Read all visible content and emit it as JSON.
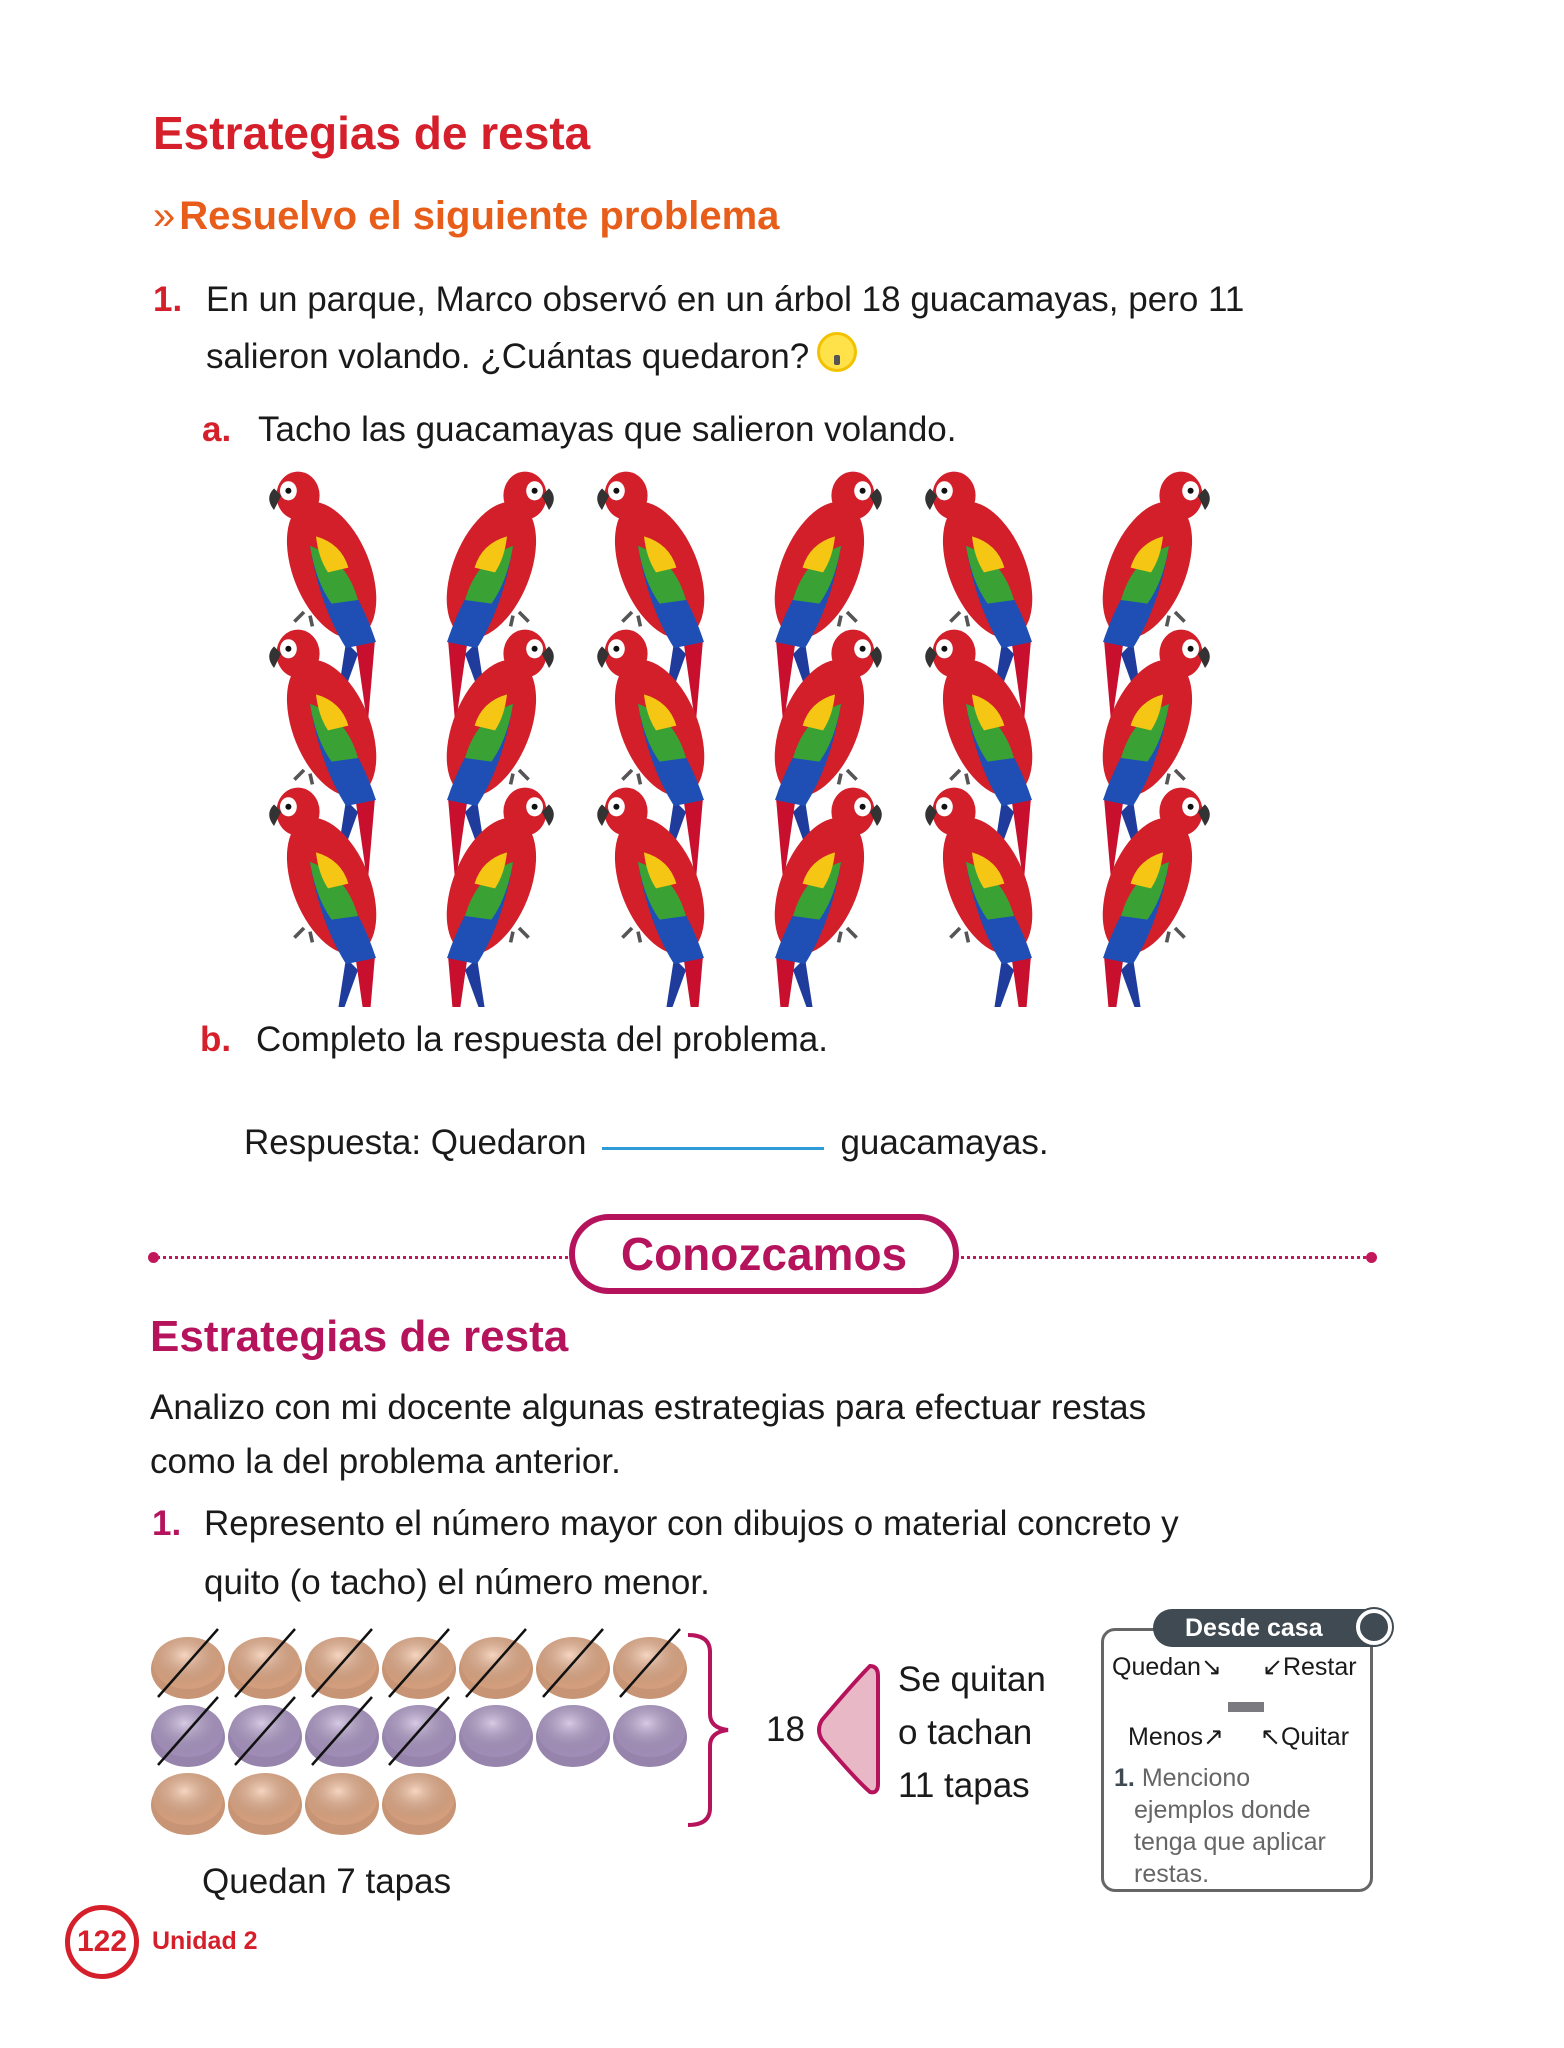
{
  "section1": {
    "title": "Estrategias de resta",
    "subtitle_marker": "»",
    "subtitle": "Resuelvo el siguiente problema",
    "problem": {
      "number": "1.",
      "line1": "En un parque, Marco observó en un árbol 18 guacamayas, pero 11",
      "line2": "salieron volando. ¿Cuántas quedaron?"
    },
    "part_a": {
      "letter": "a.",
      "text": "Tacho las guacamayas que salieron volando."
    },
    "parrots": {
      "rows": 3,
      "cols": 6
    },
    "part_b": {
      "letter": "b.",
      "text": "Completo la respuesta del problema."
    },
    "answer": {
      "prefix": "Respuesta: Quedaron",
      "value": "",
      "suffix": "guacamayas."
    }
  },
  "section2": {
    "badge": "Conozcamos",
    "title": "Estrategias de resta",
    "intro_line1": "Analizo con mi docente algunas estrategias para efectuar restas",
    "intro_line2": "como la del problema anterior.",
    "item": {
      "number": "1.",
      "line1": "Represento el número mayor con dibujos o material concreto y",
      "line2": "quito (o tacho) el número menor."
    },
    "caps": {
      "rows": [
        {
          "color": "#f0b48e",
          "count": 7,
          "crossed": 7
        },
        {
          "color": "#b6a0d0",
          "count": 7,
          "crossed": 4
        },
        {
          "color": "#f0b48e",
          "count": 4,
          "crossed": 0
        }
      ]
    },
    "total": "18",
    "removed": {
      "line1": "Se quitan",
      "line2": "o tachan",
      "line3": "11 tapas"
    },
    "remaining": "Quedan 7 tapas"
  },
  "desde_casa": {
    "title": "Desde casa",
    "words": {
      "top_left": "Quedan",
      "top_right": "Restar",
      "bottom_left": "Menos",
      "bottom_right": "Quitar"
    },
    "task_number": "1.",
    "task_lines": [
      "Menciono",
      "ejemplos donde",
      "tenga que aplicar",
      "restas."
    ]
  },
  "footer": {
    "page": "122",
    "unit": "Unidad 2"
  },
  "colors": {
    "red": "#d51f2a",
    "orange": "#e85d1a",
    "magenta": "#b5135b",
    "blue_line": "#2f9ad8"
  }
}
